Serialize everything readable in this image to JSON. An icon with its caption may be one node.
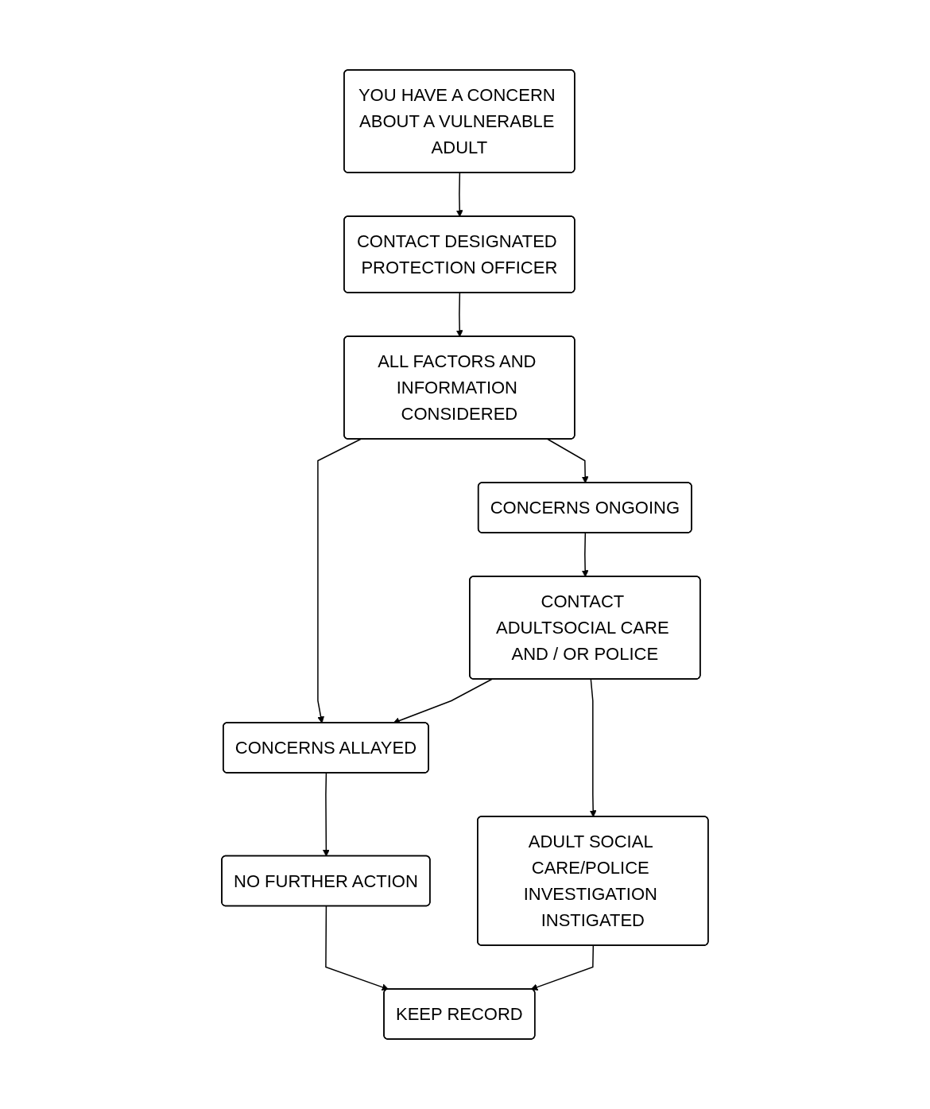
{
  "diagram": {
    "nodes": [
      {
        "text": [
          "YOU HAVE A CONCERN ABOUT A VULNERABLE ADULT"
        ]
      },
      {
        "text": [
          "CONTACT DESIGNATED PROTECTION OFFICER"
        ]
      },
      {
        "text": [
          "ALL FACTORS AND INFORMATION CONSIDERED"
        ]
      },
      {
        "text": [
          "CONCERNS ALLAYED"
        ]
      },
      {
        "text": [
          "CONCERNS ONGOING"
        ]
      },
      {
        "text": [
          "NO FURTHER ACTION"
        ]
      },
      {
        "text": [
          "CONTACT ADULTSOCIAL CARE AND / OR POLICE"
        ]
      },
      {
        "text": [
          "KEEP RECORD"
        ]
      },
      {
        "text": [
          "ADULT SOCIAL CARE/POLICE INVESTIGATION INSTIGATED"
        ]
      }
    ],
    "edges": [
      {
        "from": 0,
        "to": 1,
        "arrow": "to"
      },
      {
        "from": 1,
        "to": 2,
        "arrow": "to"
      },
      {
        "from": 2,
        "to": 3,
        "arrow": "to"
      },
      {
        "from": 2,
        "to": 4,
        "arrow": "to"
      },
      {
        "from": 3,
        "to": 5,
        "arrow": "to"
      },
      {
        "from": 4,
        "to": 6,
        "arrow": "to"
      },
      {
        "from": 6,
        "to": 3,
        "arrow": "to"
      },
      {
        "from": 5,
        "to": 7,
        "arrow": "to"
      },
      {
        "from": 6,
        "to": 8,
        "arrow": "to"
      },
      {
        "from": 8,
        "to": 7,
        "arrow": "to"
      }
    ]
  }
}
